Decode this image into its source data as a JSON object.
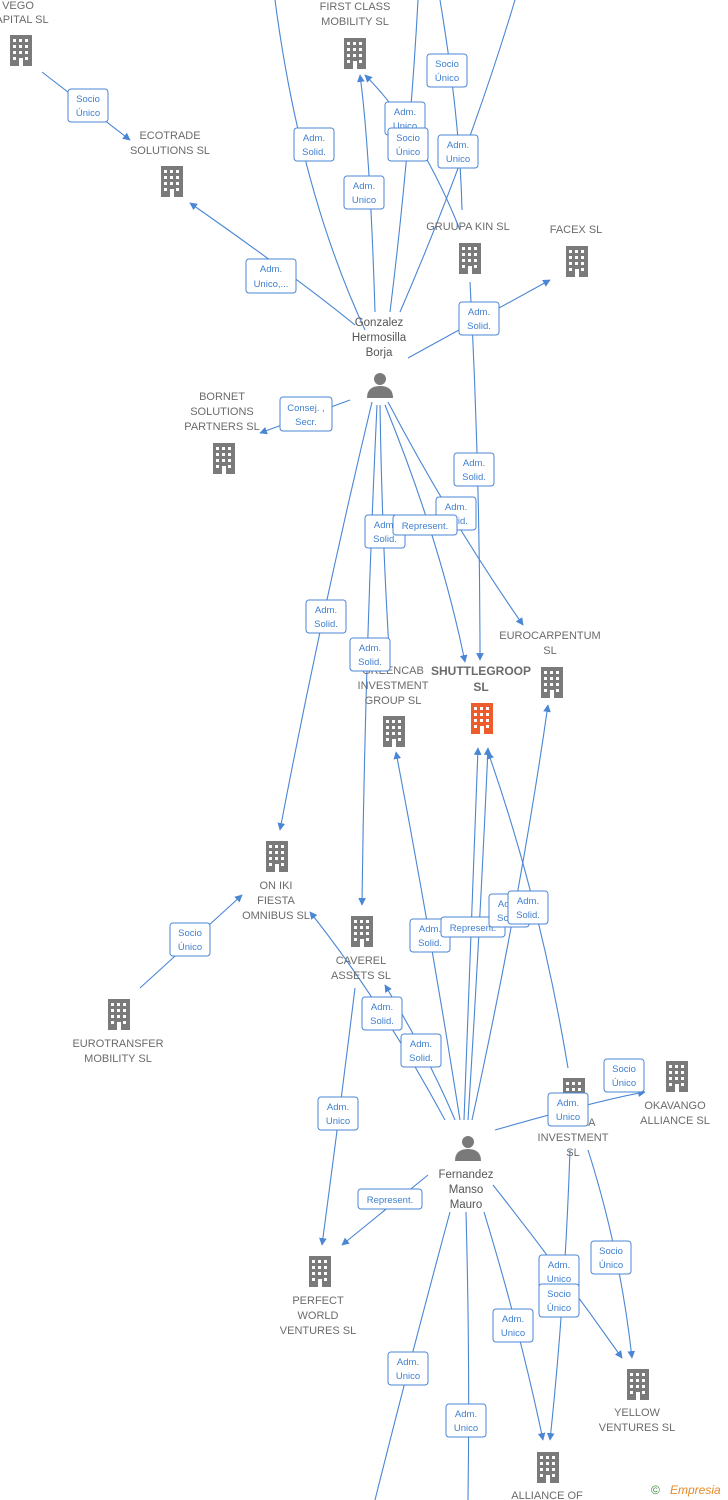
{
  "colors": {
    "edge": "#4a86d4",
    "building": "#7a7a7a",
    "building_main": "#ee5b2d",
    "text": "#6b6b6b"
  },
  "persons": [
    {
      "id": "gonzalez",
      "lines": [
        "Gonzalez",
        "Hermosilla",
        "Borja"
      ]
    },
    {
      "id": "fernandez",
      "lines": [
        "Fernandez",
        "Manso",
        "Mauro"
      ]
    }
  ],
  "companies": [
    {
      "id": "vego",
      "lines": [
        "VEGO",
        "CAPITAL SL"
      ],
      "main": false
    },
    {
      "id": "firstclass",
      "lines": [
        "FIRST CLASS",
        "MOBILITY SL"
      ],
      "main": false
    },
    {
      "id": "ecotrade",
      "lines": [
        "ECOTRADE",
        "SOLUTIONS SL"
      ],
      "main": false
    },
    {
      "id": "gruupa",
      "lines": [
        "GRUUPA KIN SL"
      ],
      "main": false
    },
    {
      "id": "facex",
      "lines": [
        "FACEX SL"
      ],
      "main": false
    },
    {
      "id": "bornet",
      "lines": [
        "BORNET",
        "SOLUTIONS",
        "PARTNERS SL"
      ],
      "main": false
    },
    {
      "id": "eurocarp",
      "lines": [
        "EUROCARPENTUM",
        "SL"
      ],
      "main": false
    },
    {
      "id": "greencab",
      "lines": [
        "GREENCAB",
        "INVESTMENT",
        "GROUP SL"
      ],
      "main": false
    },
    {
      "id": "shuttle",
      "lines": [
        "SHUTTLEGROOP",
        "SL"
      ],
      "main": true
    },
    {
      "id": "oniki",
      "lines": [
        "ON IKI",
        "FIESTA",
        "OMNIBUS SL"
      ],
      "main": false
    },
    {
      "id": "caverel",
      "lines": [
        "CAVEREL",
        "ASSETS SL"
      ],
      "main": false
    },
    {
      "id": "eurotransfer",
      "lines": [
        "EUROTRANSFER",
        "MOBILITY SL"
      ],
      "main": false
    },
    {
      "id": "tarama",
      "lines": [
        "TARAMA",
        "INVESTMENT",
        "SL"
      ],
      "main": false
    },
    {
      "id": "okavango",
      "lines": [
        "OKAVANGO",
        "ALLIANCE SL"
      ],
      "main": false
    },
    {
      "id": "perfect",
      "lines": [
        "PERFECT",
        "WORLD",
        "VENTURES SL"
      ],
      "main": false
    },
    {
      "id": "yellow",
      "lines": [
        "YELLOW",
        "VENTURES SL"
      ],
      "main": false
    },
    {
      "id": "alliance",
      "lines": [
        "ALLIANCE OF"
      ],
      "main": false
    }
  ],
  "relations": [
    {
      "id": "r1",
      "lines": [
        "Socio",
        "Único"
      ]
    },
    {
      "id": "r2",
      "lines": [
        "Adm.",
        "Unico,..."
      ]
    },
    {
      "id": "r3",
      "lines": [
        "Adm.",
        "Solid."
      ]
    },
    {
      "id": "r4",
      "lines": [
        "Adm.",
        "Unico"
      ]
    },
    {
      "id": "r5",
      "lines": [
        "Adm.",
        "Unico"
      ]
    },
    {
      "id": "r6",
      "lines": [
        "Socio",
        "Único"
      ]
    },
    {
      "id": "r7",
      "lines": [
        "Socio",
        "Único"
      ]
    },
    {
      "id": "r8",
      "lines": [
        "Adm.",
        "Unico"
      ]
    },
    {
      "id": "r9",
      "lines": [
        "Adm.",
        "Solid."
      ]
    },
    {
      "id": "r10",
      "lines": [
        "Consej. ,",
        "Secr."
      ]
    },
    {
      "id": "r11",
      "lines": [
        "Adm.",
        "Solid."
      ]
    },
    {
      "id": "r12",
      "lines": [
        "Adm.",
        "Solid."
      ]
    },
    {
      "id": "r13",
      "lines": [
        "Adm.",
        "Solid."
      ]
    },
    {
      "id": "r14",
      "lines": [
        "Represent."
      ]
    },
    {
      "id": "r15",
      "lines": [
        "Adm.",
        "Solid."
      ]
    },
    {
      "id": "r16",
      "lines": [
        "Adm.",
        "Solid."
      ]
    },
    {
      "id": "r17",
      "lines": [
        "Socio",
        "Único"
      ]
    },
    {
      "id": "r18",
      "lines": [
        "Adm.",
        "Solid."
      ]
    },
    {
      "id": "r19",
      "lines": [
        "Represent."
      ]
    },
    {
      "id": "r20",
      "lines": [
        "Adm.",
        "Solid."
      ]
    },
    {
      "id": "r21",
      "lines": [
        "Adm.",
        "Solid."
      ]
    },
    {
      "id": "r22",
      "lines": [
        "Adm.",
        "Solid."
      ]
    },
    {
      "id": "r23",
      "lines": [
        "Adm.",
        "Solid."
      ]
    },
    {
      "id": "r24",
      "lines": [
        "Adm.",
        "Unico"
      ]
    },
    {
      "id": "r25",
      "lines": [
        "Socio",
        "Único"
      ]
    },
    {
      "id": "r26",
      "lines": [
        "Adm.",
        "Unico"
      ]
    },
    {
      "id": "r27",
      "lines": [
        "Represent."
      ]
    },
    {
      "id": "r28",
      "lines": [
        "Adm.",
        "Unico"
      ]
    },
    {
      "id": "r29",
      "lines": [
        "Socio",
        "Único"
      ]
    },
    {
      "id": "r30",
      "lines": [
        "Socio",
        "Único"
      ]
    },
    {
      "id": "r31",
      "lines": [
        "Adm.",
        "Unico"
      ]
    },
    {
      "id": "r32",
      "lines": [
        "Adm.",
        "Unico"
      ]
    },
    {
      "id": "r33",
      "lines": [
        "Adm.",
        "Unico"
      ]
    }
  ],
  "footer": {
    "copyright": "©",
    "brand": "Empresia"
  }
}
